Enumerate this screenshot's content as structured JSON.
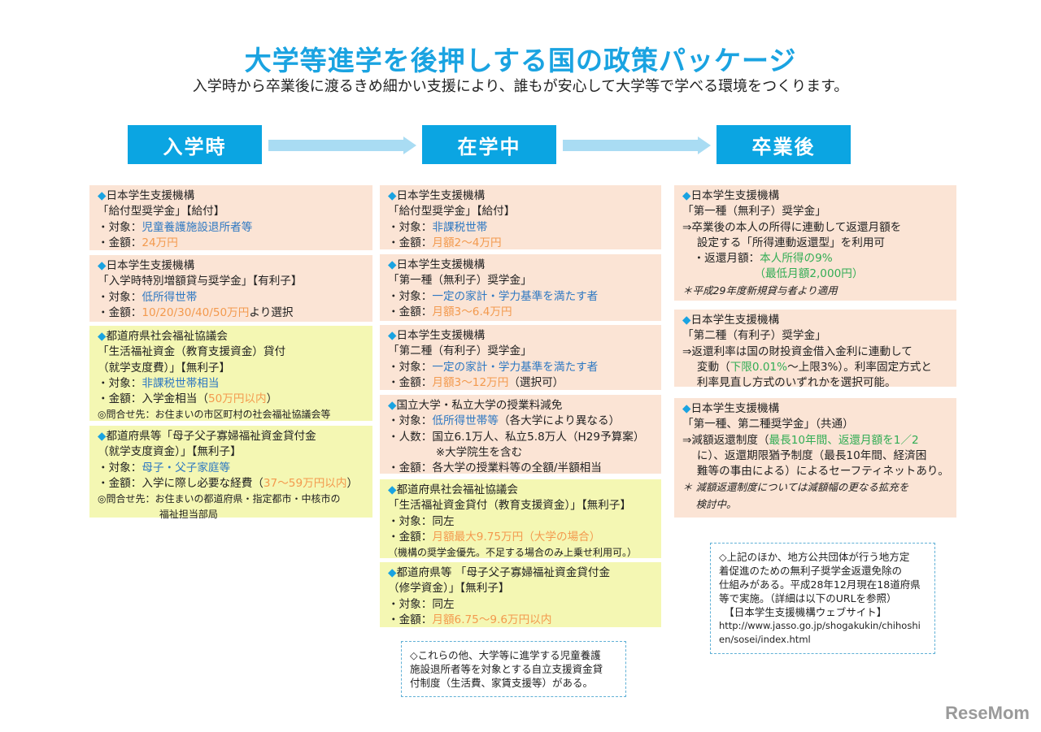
{
  "title": "大学等進学を後押しする国の政策パッケージ",
  "subtitle": "入学時から卒業後に渡るきめ細かい支援により、誰もが安心して大学等で学べる環境をつくります。",
  "phases": [
    "入学時",
    "在学中",
    "卒業後"
  ],
  "colors": {
    "accent": "#0ba5e2",
    "blue_text": "#2e78c2",
    "orange_text": "#f39a4e",
    "green_text": "#33ad55",
    "peach": "#fbe4d5",
    "yellow": "#f4f7b3"
  },
  "columns": [
    {
      "boxes": [
        {
          "bg": "peach",
          "lines": [
            [
              {
                "t": "◆",
                "c": "d"
              },
              {
                "t": "日本学生支援機構",
                "c": "k"
              }
            ],
            [
              {
                "t": "「給付型奨学金」【給付】",
                "c": "k"
              }
            ],
            [
              {
                "t": " ・対象：",
                "c": "k"
              },
              {
                "t": "児童養護施設退所者等",
                "c": "b"
              }
            ],
            [
              {
                "t": " ・金額：",
                "c": "k"
              },
              {
                "t": "24万円",
                "c": "o"
              }
            ]
          ]
        },
        {
          "bg": "peach",
          "lines": [
            [
              {
                "t": "◆",
                "c": "d"
              },
              {
                "t": "日本学生支援機構",
                "c": "k"
              }
            ],
            [
              {
                "t": "「入学時特別増額貸与奨学金」【有利子】",
                "c": "k"
              }
            ],
            [
              {
                "t": " ・対象：",
                "c": "k"
              },
              {
                "t": "低所得世帯",
                "c": "b"
              }
            ],
            [
              {
                "t": " ・金額：",
                "c": "k"
              },
              {
                "t": "10/20/30/40/50万円",
                "c": "o"
              },
              {
                "t": "より選択",
                "c": "k"
              }
            ]
          ]
        },
        {
          "bg": "yellow",
          "lines": [
            [
              {
                "t": "◆",
                "c": "d"
              },
              {
                "t": "都道府県社会福祉協議会",
                "c": "k"
              }
            ],
            [
              {
                "t": "「生活福祉資金（教育支援資金）貸付",
                "c": "k"
              }
            ],
            [
              {
                "t": "（就学支度費）」【無利子】",
                "c": "k"
              }
            ],
            [
              {
                "t": " ・対象：",
                "c": "k"
              },
              {
                "t": "非課税世帯相当",
                "c": "b"
              }
            ],
            [
              {
                "t": " ・金額：入学金相当（",
                "c": "k"
              },
              {
                "t": "50万円以内",
                "c": "o"
              },
              {
                "t": "）",
                "c": "k"
              }
            ],
            [
              {
                "t": " ◎問合せ先：お住まいの市区町村の社会福祉協議会等",
                "c": "k s"
              }
            ]
          ]
        },
        {
          "bg": "yellow",
          "lines": [
            [
              {
                "t": "◆",
                "c": "d"
              },
              {
                "t": "都道府県等「母子父子寡婦福祉資金貸付金",
                "c": "k"
              }
            ],
            [
              {
                "t": "（就学支度資金）」【無利子】",
                "c": "k"
              }
            ],
            [
              {
                "t": " ・対象：",
                "c": "k"
              },
              {
                "t": "母子・父子家庭等",
                "c": "b"
              }
            ],
            [
              {
                "t": " ・金額：入学に際し必要な経費（",
                "c": "k"
              },
              {
                "t": "37～59万円以内",
                "c": "o"
              },
              {
                "t": "）",
                "c": "k"
              }
            ],
            [
              {
                "t": " ◎問合せ先：お住まいの都道府県・指定都市・中核市の",
                "c": "k s"
              }
            ],
            [
              {
                "t": "　　　　　　 福祉担当部局",
                "c": "k s"
              }
            ]
          ]
        }
      ]
    },
    {
      "boxes": [
        {
          "bg": "peach",
          "lines": [
            [
              {
                "t": "◆",
                "c": "d"
              },
              {
                "t": "日本学生支援機構",
                "c": "k"
              }
            ],
            [
              {
                "t": "「給付型奨学金」【給付】",
                "c": "k"
              }
            ],
            [
              {
                "t": " ・対象：",
                "c": "k"
              },
              {
                "t": "非課税世帯",
                "c": "b"
              }
            ],
            [
              {
                "t": " ・金額：",
                "c": "k"
              },
              {
                "t": "月額2～4万円",
                "c": "o"
              }
            ]
          ]
        },
        {
          "bg": "peach",
          "lines": [
            [
              {
                "t": "◆",
                "c": "d"
              },
              {
                "t": "日本学生支援機構",
                "c": "k"
              }
            ],
            [
              {
                "t": "「第一種（無利子）奨学金」",
                "c": "k"
              }
            ],
            [
              {
                "t": " ・対象：",
                "c": "k"
              },
              {
                "t": "一定の家計・学力基準を満たす者",
                "c": "b"
              }
            ],
            [
              {
                "t": " ・金額：",
                "c": "k"
              },
              {
                "t": "月額3～6.4万円",
                "c": "o"
              }
            ]
          ]
        },
        {
          "bg": "peach",
          "lines": [
            [
              {
                "t": "◆",
                "c": "d"
              },
              {
                "t": "日本学生支援機構",
                "c": "k"
              }
            ],
            [
              {
                "t": "「第二種（有利子）奨学金」",
                "c": "k"
              }
            ],
            [
              {
                "t": " ・対象：",
                "c": "k"
              },
              {
                "t": "一定の家計・学力基準を満たす者",
                "c": "b"
              }
            ],
            [
              {
                "t": " ・金額：",
                "c": "k"
              },
              {
                "t": "月額3～12万円",
                "c": "o"
              },
              {
                "t": "（選択可）",
                "c": "k"
              }
            ]
          ]
        },
        {
          "bg": "peach",
          "lines": [
            [
              {
                "t": "◆",
                "c": "d"
              },
              {
                "t": "国立大学・私立大学の授業料減免",
                "c": "k"
              }
            ],
            [
              {
                "t": " ・対象：",
                "c": "k"
              },
              {
                "t": "低所得世帯等",
                "c": "b"
              },
              {
                "t": "（各大学により異なる）",
                "c": "k"
              }
            ],
            [
              {
                "t": " ・人数：国立6.1万人、私立5.8万人（H29予算案）",
                "c": "k"
              }
            ],
            [
              {
                "t": "　　　　 ※大学院生を含む",
                "c": "k"
              }
            ],
            [
              {
                "t": " ・金額：各大学の授業料等の全額/半額相当",
                "c": "k"
              }
            ]
          ]
        },
        {
          "bg": "yellow",
          "lines": [
            [
              {
                "t": "◆",
                "c": "d"
              },
              {
                "t": "都道府県社会福祉協議会",
                "c": "k"
              }
            ],
            [
              {
                "t": "「生活福祉資金貸付（教育支援資金）」【無利子】",
                "c": "k"
              }
            ],
            [
              {
                "t": " ・対象：同左",
                "c": "k"
              }
            ],
            [
              {
                "t": " ・金額：",
                "c": "k"
              },
              {
                "t": "月額最大9.75万円（大学の場合）",
                "c": "o"
              }
            ],
            [
              {
                "t": "（機構の奨学金優先。不足する場合のみ上乗せ利用可。）",
                "c": "k s"
              }
            ]
          ]
        },
        {
          "bg": "yellow",
          "lines": [
            [
              {
                "t": "◆",
                "c": "d"
              },
              {
                "t": "都道府県等 「母子父子寡婦福祉資金貸付金",
                "c": "k"
              }
            ],
            [
              {
                "t": "（修学資金）」【無利子】",
                "c": "k"
              }
            ],
            [
              {
                "t": " ・対象：同左",
                "c": "k"
              }
            ],
            [
              {
                "t": " ・金額：",
                "c": "k"
              },
              {
                "t": "月額6.75～9.6万円以内",
                "c": "o"
              }
            ]
          ]
        }
      ]
    },
    {
      "boxes": [
        {
          "bg": "peach",
          "lines": [
            [
              {
                "t": "◆",
                "c": "d"
              },
              {
                "t": "日本学生支援機構",
                "c": "k"
              }
            ],
            [
              {
                "t": "「第一種（無利子）奨学金」",
                "c": "k"
              }
            ],
            [
              {
                "t": " ⇒卒業後の本人の所得に連動して返還月額を",
                "c": "k"
              }
            ],
            [
              {
                "t": "　 設定する「所得連動返還型」を利用可",
                "c": "k"
              }
            ],
            [
              {
                "t": "　・返還月額：",
                "c": "k"
              },
              {
                "t": "本人所得の9%",
                "c": "g"
              }
            ],
            [
              {
                "t": "　　　　　　　",
                "c": "k"
              },
              {
                "t": "（最低月額2,000円）",
                "c": "g"
              }
            ],
            [
              {
                "t": " ＊平成29年度新規貸与者より適用",
                "c": "k i"
              }
            ]
          ]
        },
        {
          "bg": "peach",
          "lines": [
            [
              {
                "t": "◆",
                "c": "d"
              },
              {
                "t": "日本学生支援機構",
                "c": "k"
              }
            ],
            [
              {
                "t": "「第二種（有利子）奨学金」",
                "c": "k"
              }
            ],
            [
              {
                "t": " ⇒返還利率は国の財投資金借入金利に連動して",
                "c": "k"
              }
            ],
            [
              {
                "t": "　 変動（",
                "c": "k"
              },
              {
                "t": "下限0.01%",
                "c": "g"
              },
              {
                "t": "～上限3%）。利率固定方式と",
                "c": "k"
              }
            ],
            [
              {
                "t": "　 利率見直し方式のいずれかを選択可能。",
                "c": "k"
              }
            ]
          ]
        },
        {
          "bg": "peach",
          "lines": [
            [
              {
                "t": "◆",
                "c": "d"
              },
              {
                "t": "日本学生支援機構",
                "c": "k"
              }
            ],
            [
              {
                "t": "「第一種、第二種奨学金」（共通）",
                "c": "k"
              }
            ],
            [
              {
                "t": " ⇒減額返還制度（",
                "c": "k"
              },
              {
                "t": "最長10年間、返還月額を1／2",
                "c": "g"
              }
            ],
            [
              {
                "t": "　 に）、返還期限猶予制度（最長10年間、経済困",
                "c": "k"
              }
            ],
            [
              {
                "t": "　 難等の事由による）によるセーフティネットあり。",
                "c": "k"
              }
            ],
            [
              {
                "t": "  ＊ 減額返還制度については減額幅の更なる拡充を",
                "c": "k i"
              }
            ],
            [
              {
                "t": "　  検討中。",
                "c": "k i"
              }
            ]
          ]
        }
      ]
    }
  ],
  "notes": [
    {
      "lines": [
        "◇これらの他、大学等に進学する児童養護",
        "施設退所者等を対象とする自立支援資金貸",
        "付制度（生活費、家賃支援等）がある。"
      ]
    },
    {
      "lines": [
        "◇上記のほか、地方公共団体が行う地方定",
        "着促進のための無利子奨学金返還免除の",
        "仕組みがある。平成28年12月現在18道府県",
        "等で実施。（詳細は以下のURLを参照）",
        "　【日本学生支援機構ウェブサイト】",
        "http://www.jasso.go.jp/shogakukin/chihoshi",
        "en/sosei/index.html"
      ]
    }
  ],
  "logo": "ReseMom"
}
